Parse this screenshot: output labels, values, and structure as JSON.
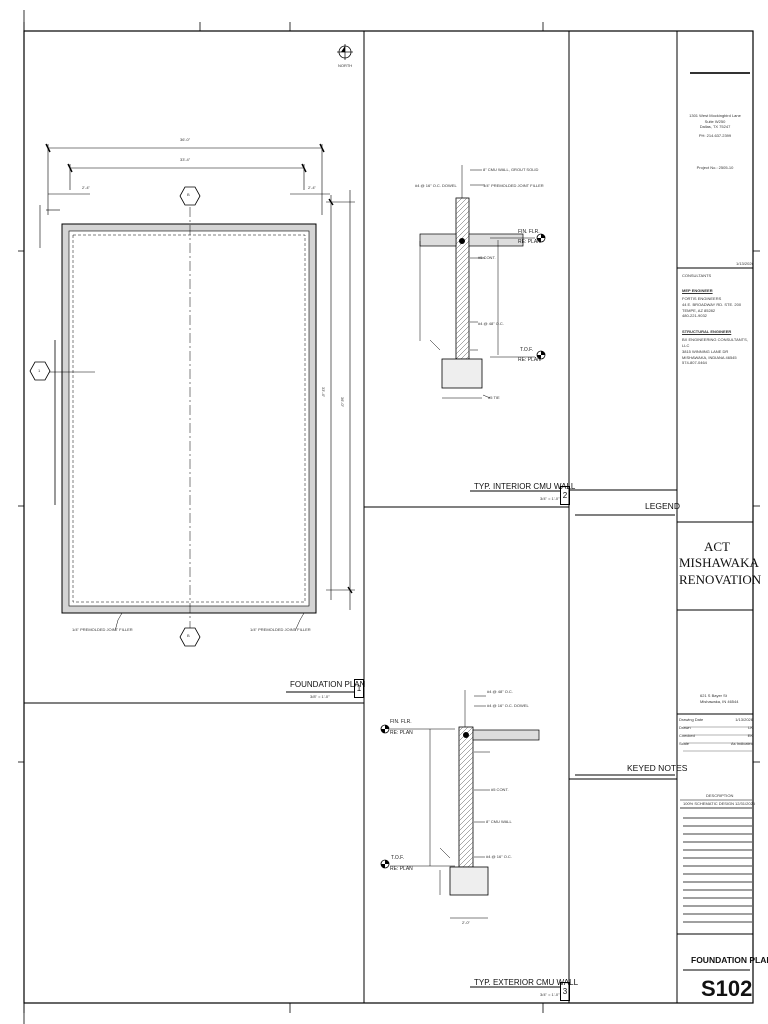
{
  "plan_area": {
    "north_label": "NORTH",
    "dims": {
      "overall": "36'-0\"",
      "inner": "33'-4\"",
      "left_offset": "2'-4\"",
      "right_offset": "2'-4\"",
      "vertical": "33'-4\"",
      "vertical_overall": "36'-0\""
    },
    "grid_bubbles": {
      "top": "B",
      "left": "1",
      "bottom": "B"
    },
    "callouts": [
      "1/4\" PREMOLDED JOINT FILLER",
      "1/4\" PREMOLDED JOINT FILLER"
    ]
  },
  "drawings": [
    {
      "number": "1",
      "title": "FOUNDATION PLAN",
      "scale": "3/8\" = 1'-0\""
    },
    {
      "number": "2",
      "title": "TYP. INTERIOR CMU WALL",
      "scale": "3/4\" = 1'-0\""
    },
    {
      "number": "3",
      "title": "TYP. EXTERIOR CMU WALL",
      "scale": "3/4\" = 1'-0\""
    }
  ],
  "detail2": {
    "elev_top": [
      "FIN. FLR.",
      "RE: PLAN"
    ],
    "elev_bot": [
      "T.O.F.",
      "RE: PLAN"
    ],
    "callouts": [
      "8\" CMU WALL, GROUT SOLID",
      "1/4\" PREMOLDED JOINT FILLER",
      "#4 @ 16\" O.C. DOWEL",
      "#5 CONT.",
      "#4 @ 48\" O.C.",
      "#5 TIE"
    ]
  },
  "detail3": {
    "elev_top": [
      "FIN. FLR.",
      "RE: PLAN"
    ],
    "elev_bot": [
      "T.O.F.",
      "RE: PLAN"
    ],
    "callouts": [
      "#4 @ 48\" O.C.",
      "#4 @ 16\" O.C. DOWEL",
      "#5 CONT.",
      "8\" CMU WALL",
      "#4 @ 16\" O.C."
    ],
    "footing_width": "2'-0\""
  },
  "legend": {
    "title": "LEGEND"
  },
  "keyed_notes": {
    "title": "KEYED NOTES"
  },
  "title_block": {
    "firm_address": [
      "1301 West Mockingbird Lane",
      "Suite W250",
      "Dallas, TX 75247",
      "PH: 214.637.2399"
    ],
    "project_no": "Project No.: 2505-10",
    "date_top": "1/13/2026",
    "consultants_label": "CONSULTANTS",
    "mep_label": "MEP ENGINEER",
    "mep_lines": [
      "FORTIS ENGINEERS",
      "44 E. BROADWAY RD. STE. 200",
      "TEMPE, AZ 85282",
      "480-221-9032"
    ],
    "struct_label": "STRUCTURAL ENGINEER",
    "struct_lines": [
      "BX ENGINEERING CONSULTANTS, LLC",
      "3815 WINNING LANE DR",
      "MISHAWAKA, INDIANA 46545",
      "574-807-0464"
    ],
    "project_name": "ACT MISHAWAKA RENOVATION",
    "project_address": [
      "621 S Bayer St",
      "Mishawaka, IN 46544"
    ],
    "info_rows": [
      {
        "label": "Drawing Date",
        "value": "1/13/2026"
      },
      {
        "label": "Drawn",
        "value": "LK"
      },
      {
        "label": "Checked",
        "value": "EK"
      },
      {
        "label": "Scale",
        "value": "As Indicated"
      }
    ],
    "rev_col": "DESCRIPTION",
    "rev_row": {
      "desc": "100% SCHEMATIC DESIGN",
      "date": "12/31/2025"
    },
    "sheet_title": "FOUNDATION PLAN",
    "sheet_number": "S102"
  }
}
